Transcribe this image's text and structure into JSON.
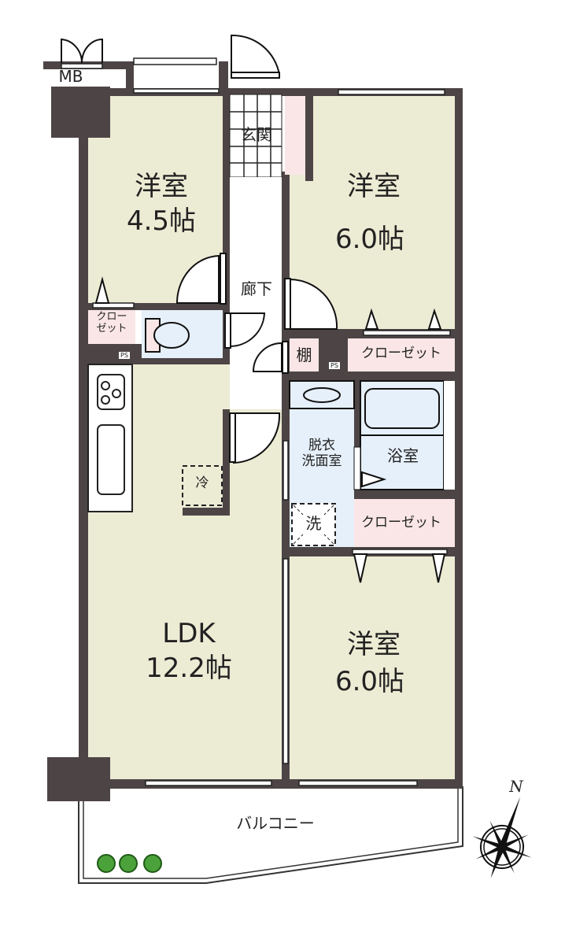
{
  "rooms": {
    "western_a": {
      "name": "洋室",
      "size": "4.5帖"
    },
    "western_b": {
      "name": "洋室",
      "size": "6.0帖"
    },
    "western_c": {
      "name": "洋室",
      "size": "6.0帖"
    },
    "ldk": {
      "name": "LDK",
      "size": "12.2帖"
    },
    "entrance": "玄関",
    "hallway": "廊下",
    "shelf": "棚",
    "closet_1": "クローゼット",
    "closet_2": "クローゼット",
    "closet_small": "クロー\nゼット",
    "washroom": "脱衣\n洗面室",
    "bathroom": "浴室",
    "balcony": "バルコニー"
  },
  "marks": {
    "meter_box": "MB",
    "pipe_space": "PS",
    "fridge": "冷",
    "washer": "洗",
    "north": "N"
  },
  "colors": {
    "wall": "#4d4545",
    "room": "#ecebd4",
    "closet": "#fae6e6",
    "wet": "#e6f0fa"
  }
}
